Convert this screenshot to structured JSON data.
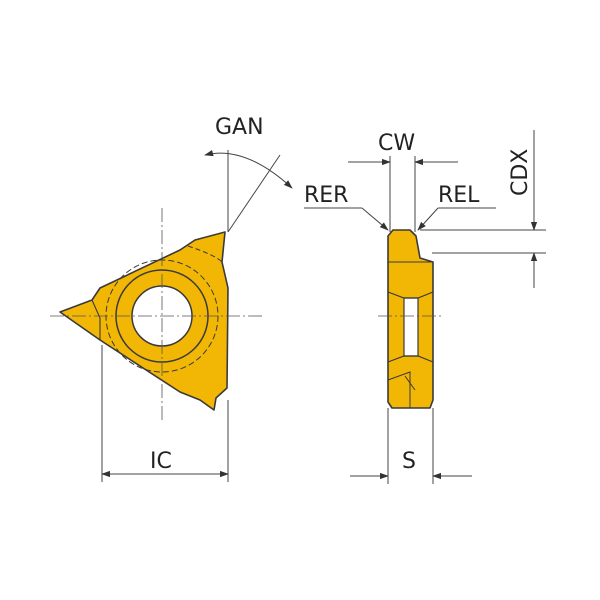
{
  "labels": {
    "gan": "GAN",
    "cw": "CW",
    "cdx": "CDX",
    "rer": "RER",
    "rel": "REL",
    "ic": "IC",
    "s": "S"
  },
  "colors": {
    "insert_fill": "#F2B705",
    "outline": "#3a3a3a",
    "dim_line": "#444444",
    "background": "#ffffff"
  }
}
